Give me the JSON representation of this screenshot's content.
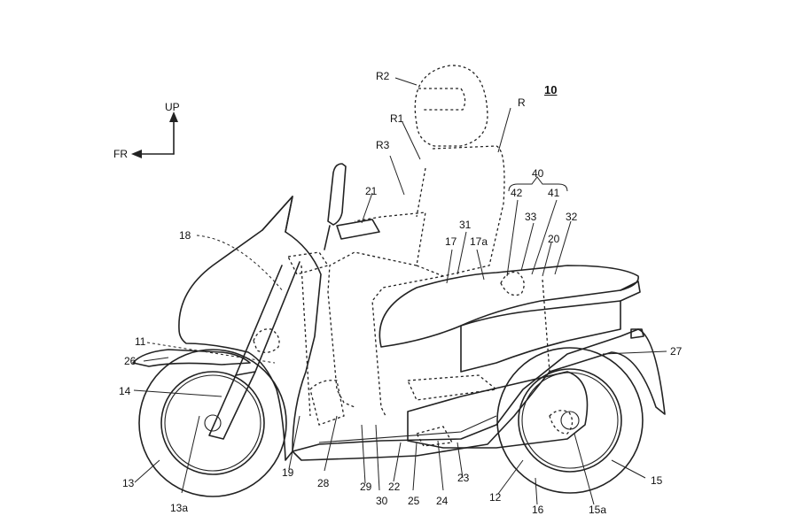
{
  "directions": {
    "up": "UP",
    "front": "FR"
  },
  "reference_number": "10",
  "labels": {
    "R": "R",
    "R1": "R1",
    "R2": "R2",
    "R3": "R3",
    "n11": "11",
    "n12": "12",
    "n13": "13",
    "n13a": "13a",
    "n14": "14",
    "n15": "15",
    "n15a": "15a",
    "n16": "16",
    "n17": "17",
    "n17a": "17a",
    "n18": "18",
    "n19": "19",
    "n20": "20",
    "n21": "21",
    "n22": "22",
    "n23": "23",
    "n24": "24",
    "n25": "25",
    "n26": "26",
    "n27": "27",
    "n28": "28",
    "n29": "29",
    "n30": "30",
    "n31": "31",
    "n32": "32",
    "n33": "33",
    "n40": "40",
    "n41": "41",
    "n42": "42"
  }
}
